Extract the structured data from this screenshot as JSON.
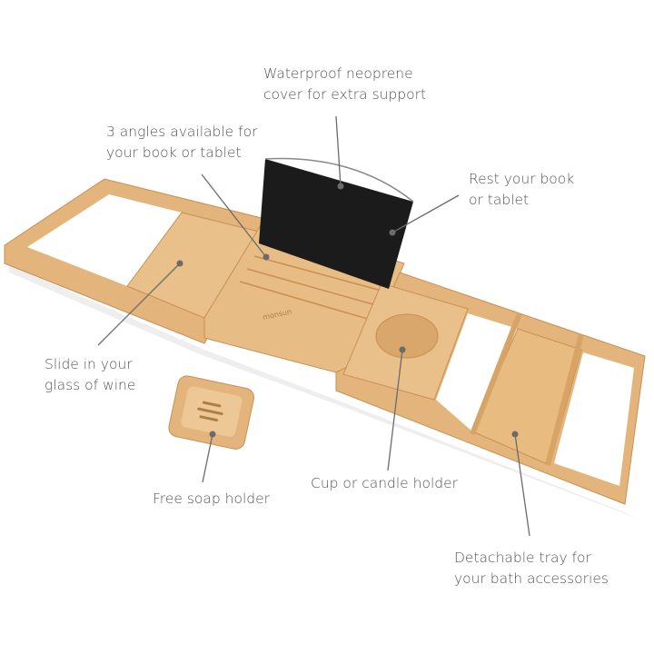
{
  "product": {
    "logo_text": "monsun",
    "colors": {
      "wood": "#e3b57d",
      "wood_dark": "#c98f52",
      "wood_light": "#f0cd9d",
      "cover": "#1b1b1b",
      "callout": "#6b6b6b",
      "text": "#555555"
    }
  },
  "callouts": [
    {
      "lines": [
        "Waterproof neoprene",
        "cover for extra support"
      ]
    },
    {
      "lines": [
        "3 angles available for",
        "your book or tablet"
      ]
    },
    {
      "lines": [
        "Rest your book",
        "or tablet"
      ]
    },
    {
      "lines": [
        "Slide in your",
        "glass of wine"
      ]
    },
    {
      "lines": [
        "Free soap holder"
      ]
    },
    {
      "lines": [
        "Cup or candle holder"
      ]
    },
    {
      "lines": [
        "Detachable tray for",
        "your bath accessories"
      ]
    }
  ]
}
